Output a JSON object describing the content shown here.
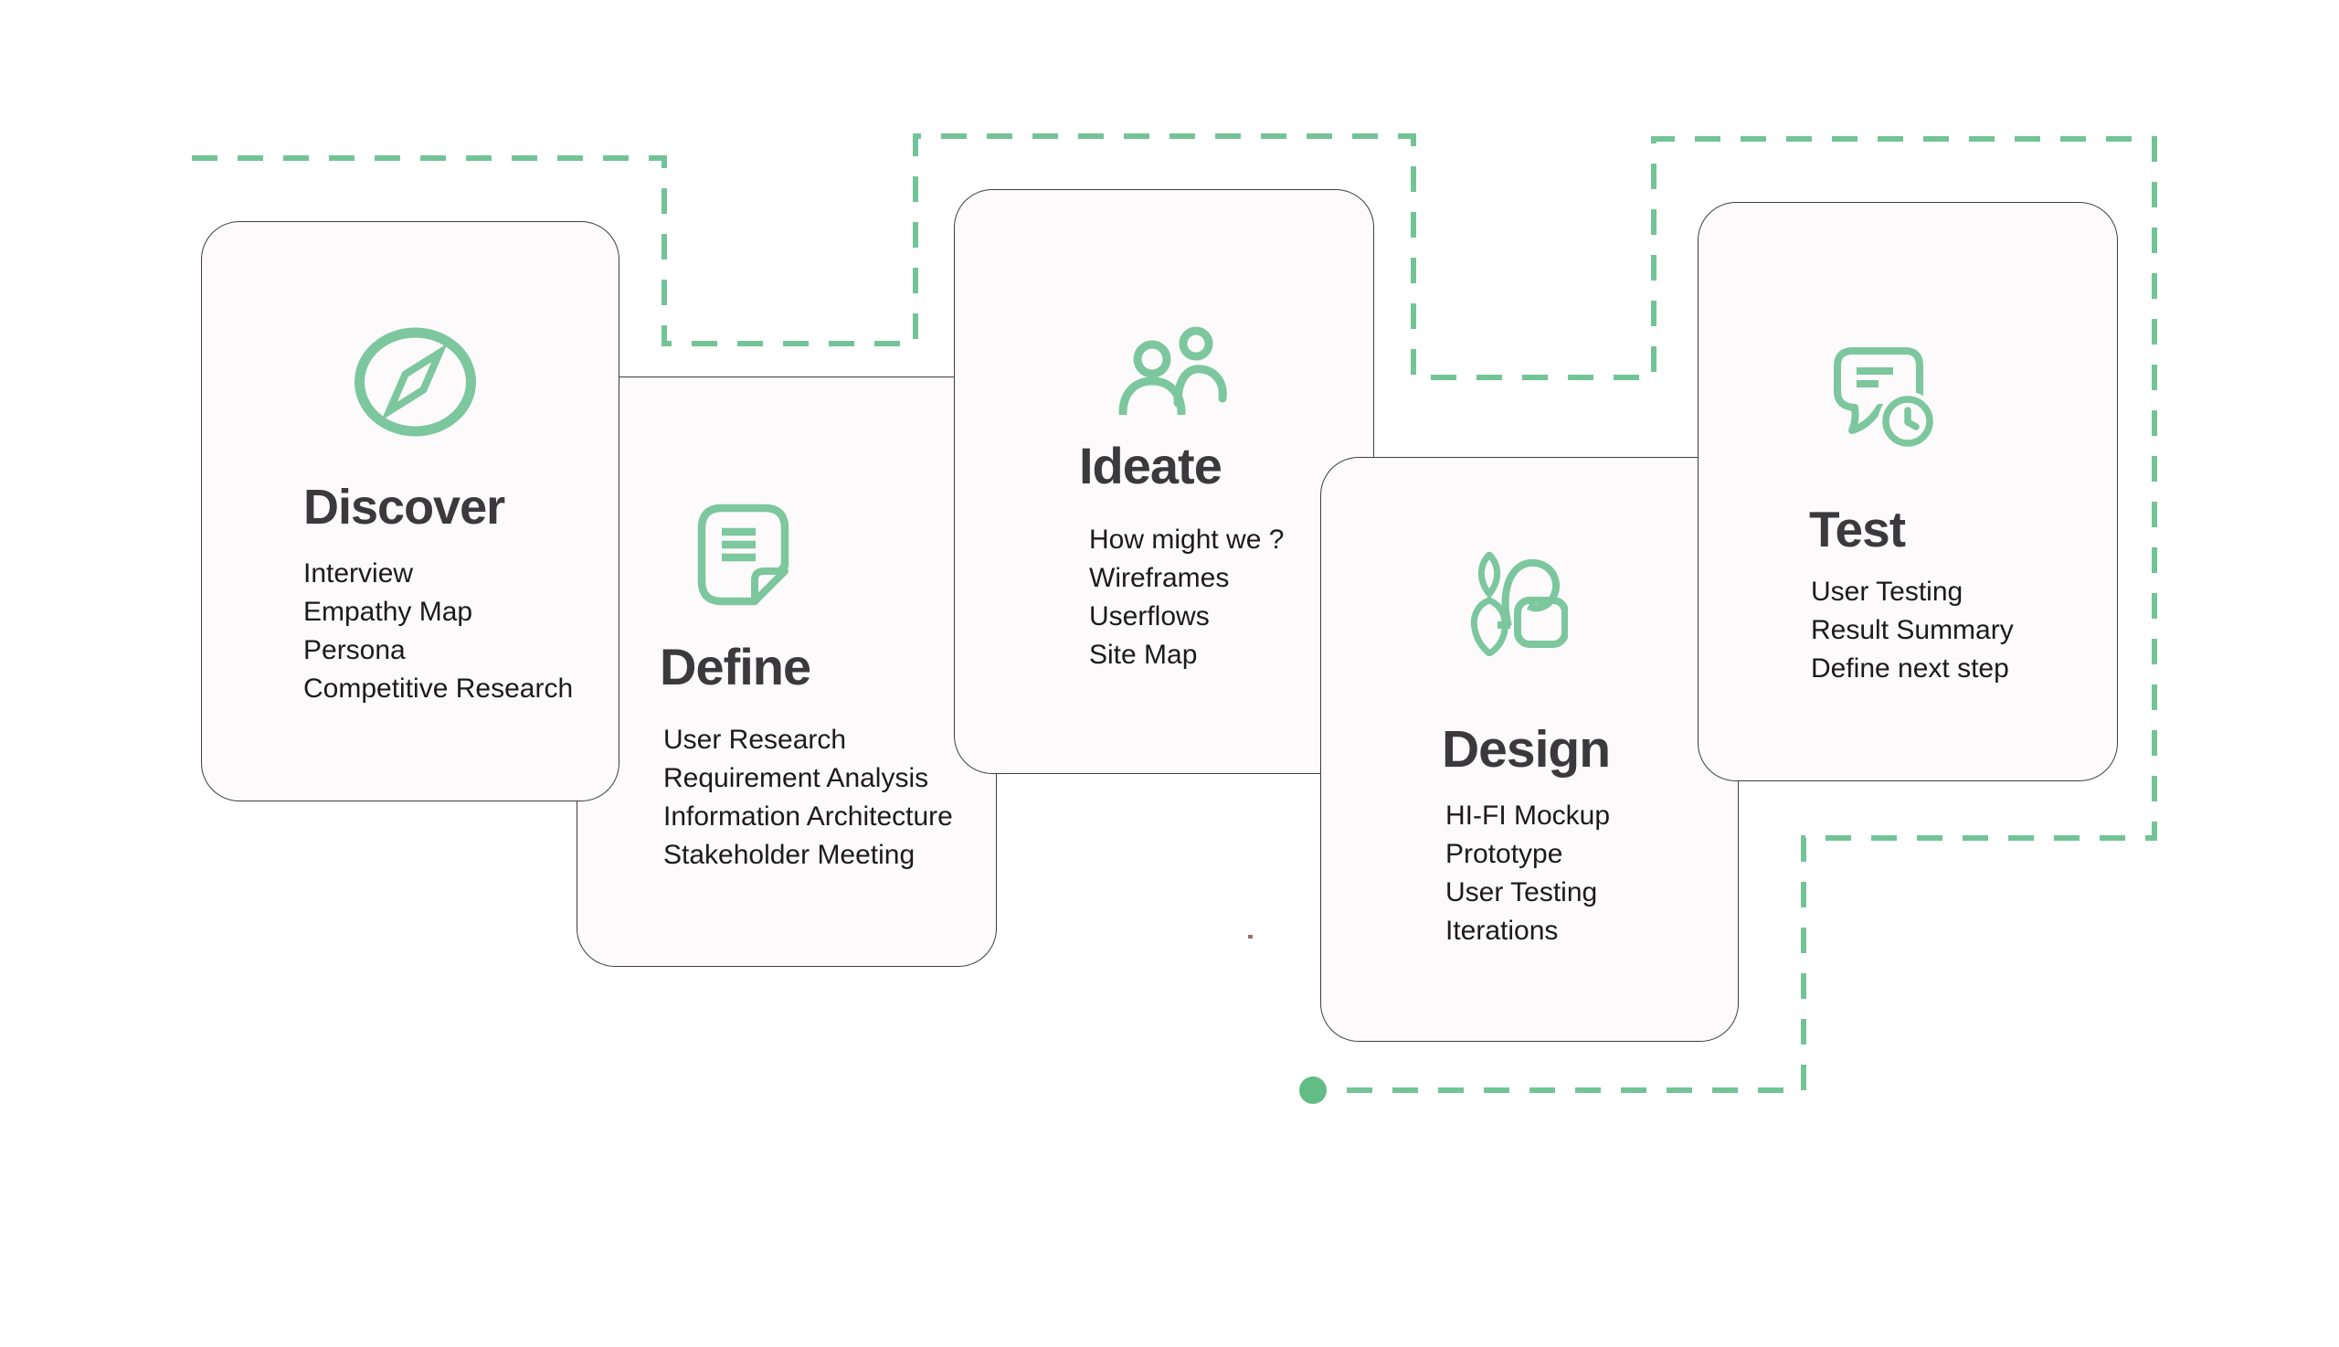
{
  "diagram": {
    "kind": "ux-design-process-flow",
    "connector_style": "dashed",
    "colors": {
      "accent_green": "#7cc79d",
      "connector_green": "#72c497",
      "endpoint_dot_green": "#62bd85",
      "card_background": "#fcfafa",
      "card_border": "#3e3e3e",
      "title_text": "#3a3a3c",
      "item_text": "#1b1b1b",
      "page_background": "#ffffff"
    }
  },
  "cards": [
    {
      "id": "discover",
      "title": "Discover",
      "icon": "compass-icon",
      "items": [
        "Interview",
        "Empathy Map",
        "Persona",
        "Competitive Research"
      ]
    },
    {
      "id": "define",
      "title": "Define",
      "icon": "note-document-icon",
      "items": [
        "User Research",
        "Requirement Analysis",
        "Information Architecture",
        "Stakeholder Meeting"
      ]
    },
    {
      "id": "ideate",
      "title": "Ideate",
      "icon": "users-icon",
      "items": [
        "How might we ?",
        "Wireframes",
        "Userflows",
        "Site Map"
      ]
    },
    {
      "id": "design",
      "title": "Design",
      "icon": "brush-shapes-icon",
      "items": [
        "HI-FI Mockup",
        "Prototype",
        "User Testing",
        "Iterations"
      ]
    },
    {
      "id": "test",
      "title": "Test",
      "icon": "chat-clock-icon",
      "items": [
        "User Testing",
        "Result Summary",
        "Define next step"
      ]
    }
  ]
}
